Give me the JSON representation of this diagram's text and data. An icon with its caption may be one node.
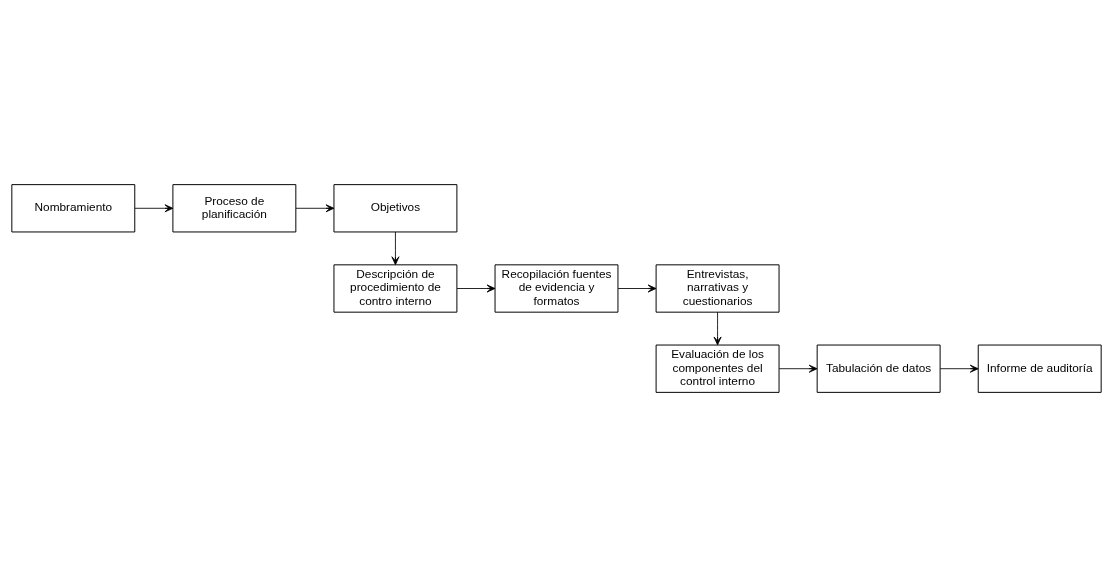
{
  "diagram": {
    "nodes": [
      {
        "text": [
          "Nombramiento"
        ]
      },
      {
        "text": [
          "Proceso de planificación"
        ]
      },
      {
        "text": [
          "Objetivos"
        ]
      },
      {
        "text": [
          "Descripción de procedimiento de contro interno"
        ]
      },
      {
        "text": [
          "Recopilación fuentes de evidencia y formatos"
        ]
      },
      {
        "text": [
          "Entrevistas, narrativas y cuestionarios"
        ]
      },
      {
        "text": [
          "Evaluación de los componentes del control interno"
        ]
      },
      {
        "text": [
          "Tabulación de datos"
        ]
      },
      {
        "text": [
          "Informe de auditoría"
        ]
      }
    ],
    "edges": [
      {
        "from": 0,
        "to": 1,
        "arrow": "to"
      },
      {
        "from": 1,
        "to": 2,
        "arrow": "to"
      },
      {
        "from": 2,
        "to": 3,
        "arrow": "to"
      },
      {
        "from": 3,
        "to": 4,
        "arrow": "to"
      },
      {
        "from": 4,
        "to": 5,
        "arrow": "to"
      },
      {
        "from": 5,
        "to": 6,
        "arrow": "to"
      },
      {
        "from": 6,
        "to": 7,
        "arrow": "to"
      },
      {
        "from": 7,
        "to": 8,
        "arrow": "to"
      }
    ]
  }
}
